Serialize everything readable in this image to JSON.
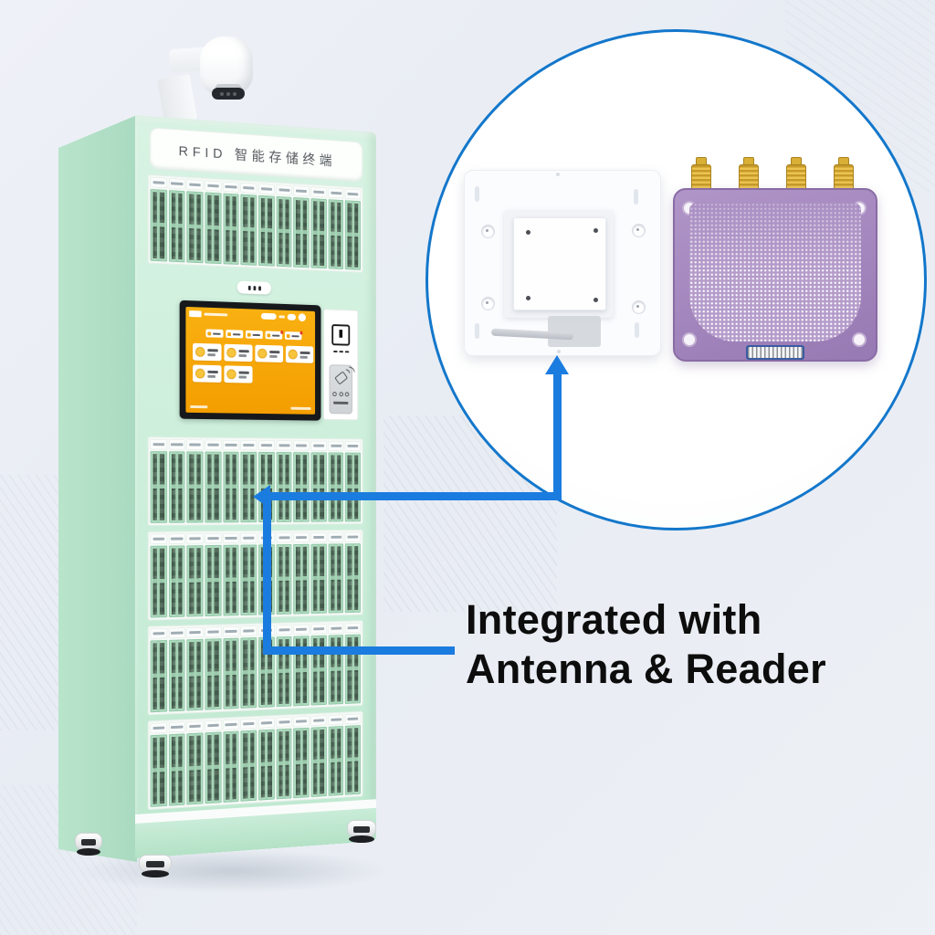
{
  "caption": {
    "line1": "Integrated with",
    "line2": "Antenna & Reader"
  },
  "cabinet": {
    "header_label": "RFID 智能存储终端",
    "columns_per_bank": 12,
    "lower_banks": 4,
    "screen": {
      "tabs_count": 5,
      "badge_tabs": [
        3,
        4
      ],
      "cards_row1": 4,
      "cards_row2": 2
    }
  },
  "callout": {
    "antenna": {
      "name": "flat-panel-antenna",
      "inner_screws": 4,
      "corner_screws": 4
    },
    "reader": {
      "name": "rfid-reader-module",
      "sma_connectors": 4,
      "corner_holes": 4
    }
  },
  "colors": {
    "accent_blue": "#1b7ce0",
    "circle_border": "#1377cb",
    "cabinet_mint": "#cdeeda",
    "screen_orange": "#f7a70a",
    "reader_purple": "#a387be",
    "connector_gold": "#e3ba3e"
  }
}
